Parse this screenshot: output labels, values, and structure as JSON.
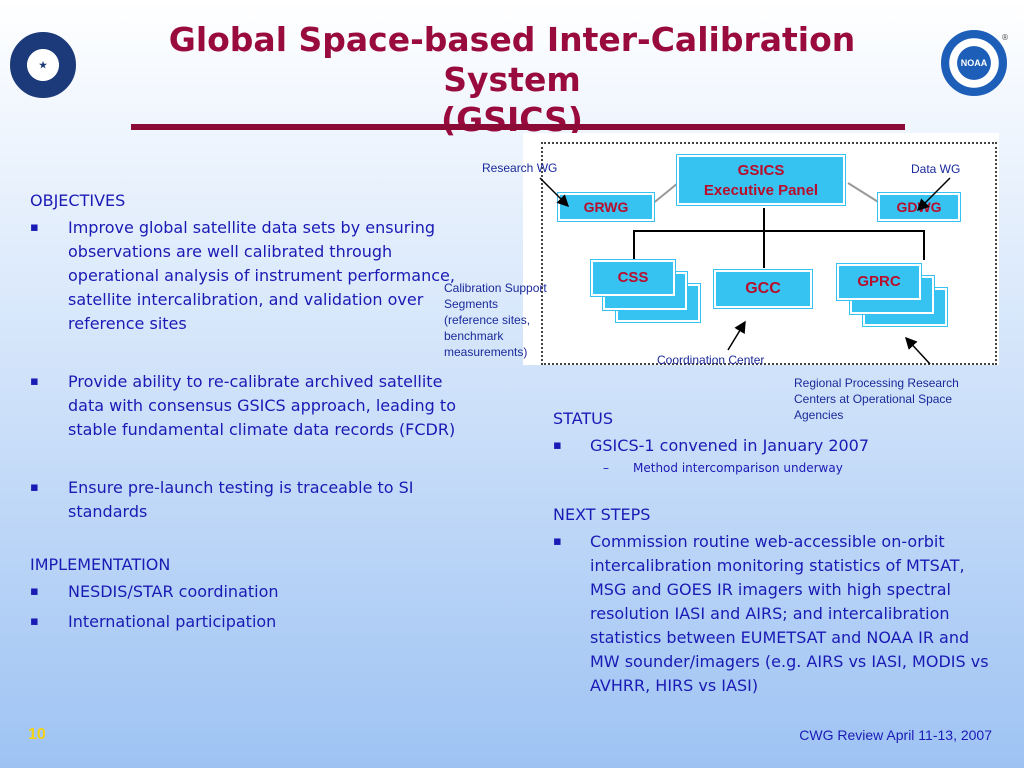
{
  "header": {
    "title_line1": "Global Space-based Inter-Calibration System",
    "title_line2": "(GSICS)",
    "left_logo": "department-of-commerce-seal",
    "right_logo": "noaa-seal",
    "right_logo_text": "NOAA",
    "registered_mark": "®"
  },
  "objectives": {
    "heading": "OBJECTIVES",
    "items": [
      "Improve global satellite data sets by ensuring observations are well calibrated through operational analysis of instrument performance, satellite intercalibration, and validation over reference sites",
      "Provide ability to re-calibrate archived satellite data with consensus GSICS approach, leading to stable fundamental climate data records (FCDR)",
      "Ensure pre-launch testing is traceable to SI standards"
    ]
  },
  "implementation": {
    "heading": "IMPLEMENTATION",
    "items": [
      "NESDIS/STAR coordination",
      "International participation"
    ]
  },
  "diagram": {
    "exec_panel_line1": "GSICS",
    "exec_panel_line2": "Executive Panel",
    "grwg": "GRWG",
    "gdwg": "GDWG",
    "css": "CSS",
    "gcc": "GCC",
    "gprc": "GPRC",
    "callouts": {
      "research_wg": "Research WG",
      "data_wg": "Data WG",
      "calibration_support": "Calibration Support\n Segments\n(reference sites,\nbenchmark\nmeasurements)",
      "coordination_center": "Coordination Center",
      "regional_processing": "Regional Processing Research\nCenters at Operational  Space\nAgencies"
    },
    "colors": {
      "box_fill": "#37c3f1",
      "box_text": "#b80d2c"
    }
  },
  "status": {
    "heading": "STATUS",
    "item": "GSICS-1 convened in January 2007",
    "sub_item": "Method intercomparison underway"
  },
  "next_steps": {
    "heading": "NEXT STEPS",
    "item": "Commission routine web-accessible on-orbit intercalibration monitoring statistics of MTSAT, MSG and GOES IR imagers with high spectral resolution IASI and AIRS; and intercalibration statistics between EUMETSAT and NOAA IR and MW sounder/imagers (e.g. AIRS vs IASI,  MODIS vs AVHRR, HIRS vs IASI)"
  },
  "footer": {
    "page_number": "10",
    "caption": "CWG Review April 11-13, 2007"
  },
  "colors": {
    "title": "#9a0b3d",
    "body_text": "#1a1ab5",
    "page_number": "#f3d216"
  }
}
